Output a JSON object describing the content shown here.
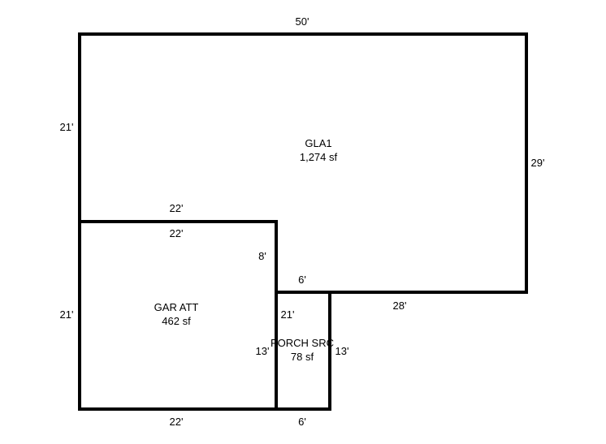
{
  "areas": {
    "gla1": {
      "name": "GLA1",
      "area": "1,274 sf"
    },
    "garage": {
      "name": "GAR ATT",
      "area": "462 sf"
    },
    "porch": {
      "name": "PORCH SRC",
      "area": "78 sf"
    }
  },
  "dimensions": {
    "gla_top": "50'",
    "gla_left": "21'",
    "gla_right": "29'",
    "gla_bottom": "28'",
    "gla_step_width": "6'",
    "gla_step_height": "8'",
    "gla_garage_shared": "22'",
    "garage_top": "22'",
    "garage_left": "21'",
    "garage_bottom": "22'",
    "garage_right": "21'",
    "porch_left": "13'",
    "porch_right": "13'",
    "porch_bottom": "6'"
  },
  "colors": {
    "line": "#000000",
    "background": "#ffffff"
  }
}
